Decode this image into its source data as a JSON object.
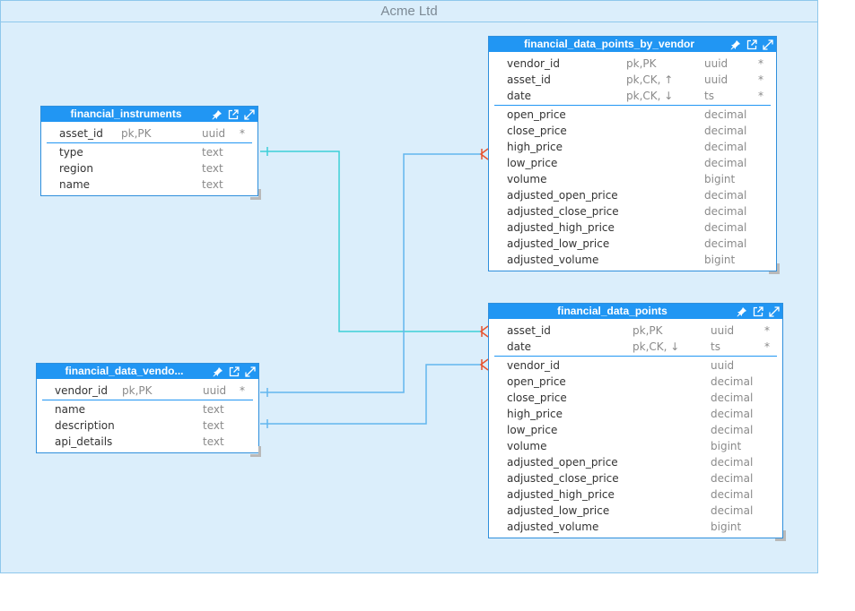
{
  "container": {
    "title": "Acme Ltd"
  },
  "tables": {
    "financial_instruments": {
      "title": "financial_instruments",
      "keys": [
        {
          "name": "asset_id",
          "key": "pk,PK",
          "type": "uuid",
          "req": "*"
        }
      ],
      "columns": [
        {
          "name": "type",
          "type": "text"
        },
        {
          "name": "region",
          "type": "text"
        },
        {
          "name": "name",
          "type": "text"
        }
      ]
    },
    "financial_data_vendors": {
      "title": "financial_data_vendo...",
      "keys": [
        {
          "name": "vendor_id",
          "key": "pk,PK",
          "type": "uuid",
          "req": "*"
        }
      ],
      "columns": [
        {
          "name": "name",
          "type": "text"
        },
        {
          "name": "description",
          "type": "text"
        },
        {
          "name": "api_details",
          "type": "text"
        }
      ]
    },
    "financial_data_points_by_vendor": {
      "title": "financial_data_points_by_vendor",
      "keys": [
        {
          "name": "vendor_id",
          "key": "pk,PK",
          "type": "uuid",
          "req": "*"
        },
        {
          "name": "asset_id",
          "key": "pk,CK, ↑",
          "type": "uuid",
          "req": "*"
        },
        {
          "name": "date",
          "key": "pk,CK, ↓",
          "type": "ts",
          "req": "*"
        }
      ],
      "columns": [
        {
          "name": "open_price",
          "type": "decimal"
        },
        {
          "name": "close_price",
          "type": "decimal"
        },
        {
          "name": "high_price",
          "type": "decimal"
        },
        {
          "name": "low_price",
          "type": "decimal"
        },
        {
          "name": "volume",
          "type": "bigint"
        },
        {
          "name": "adjusted_open_price",
          "type": "decimal"
        },
        {
          "name": "adjusted_close_price",
          "type": "decimal"
        },
        {
          "name": "adjusted_high_price",
          "type": "decimal"
        },
        {
          "name": "adjusted_low_price",
          "type": "decimal"
        },
        {
          "name": "adjusted_volume",
          "type": "bigint"
        }
      ]
    },
    "financial_data_points": {
      "title": "financial_data_points",
      "keys": [
        {
          "name": "asset_id",
          "key": "pk,PK",
          "type": "uuid",
          "req": "*"
        },
        {
          "name": "date",
          "key": "pk,CK, ↓",
          "type": "ts",
          "req": "*"
        }
      ],
      "columns": [
        {
          "name": "vendor_id",
          "type": "uuid"
        },
        {
          "name": "open_price",
          "type": "decimal"
        },
        {
          "name": "close_price",
          "type": "decimal"
        },
        {
          "name": "high_price",
          "type": "decimal"
        },
        {
          "name": "low_price",
          "type": "decimal"
        },
        {
          "name": "volume",
          "type": "bigint"
        },
        {
          "name": "adjusted_open_price",
          "type": "decimal"
        },
        {
          "name": "adjusted_close_price",
          "type": "decimal"
        },
        {
          "name": "adjusted_high_price",
          "type": "decimal"
        },
        {
          "name": "adjusted_low_price",
          "type": "decimal"
        },
        {
          "name": "adjusted_volume",
          "type": "bigint"
        }
      ]
    }
  },
  "colors": {
    "header": "#2196f3",
    "container_bg": "#dbeefb",
    "link_cyan": "#3dcfd8",
    "link_blue": "#63b6ee",
    "crowfoot": "#e8532f"
  },
  "icons": [
    "pin-icon",
    "open-external-icon",
    "expand-icon"
  ]
}
